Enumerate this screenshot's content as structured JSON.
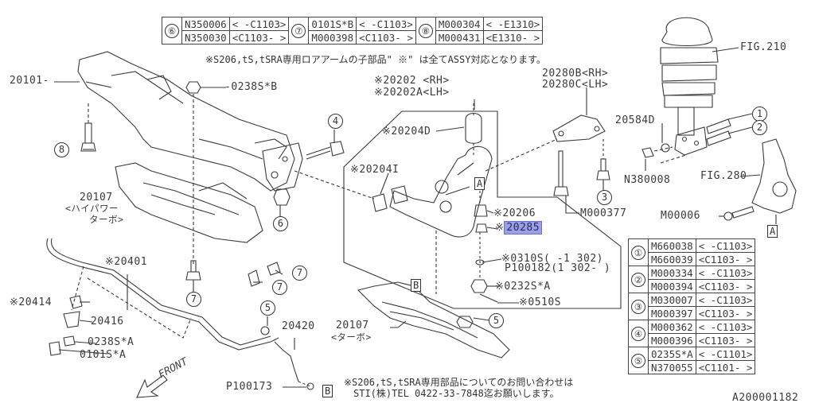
{
  "top_table": {
    "groups": [
      {
        "ref": "⑥",
        "rows": [
          {
            "part": "N350006",
            "range": "< -C1103>"
          },
          {
            "part": "N350030",
            "range": "<C1103- >"
          }
        ]
      },
      {
        "ref": "⑦",
        "rows": [
          {
            "part": "0101S*B",
            "range": "< -C1103>"
          },
          {
            "part": "M000398",
            "range": "<C1103- >"
          }
        ]
      },
      {
        "ref": "⑧",
        "rows": [
          {
            "part": "M000304",
            "range": "< -E1310>"
          },
          {
            "part": "M000431",
            "range": "<E1310- >"
          }
        ]
      }
    ]
  },
  "notes": {
    "top": "※S206,tS,tSRA専用ロアアームの子部品\" ※\" は全てASSY対応となります。",
    "bottom_line1": "※S206,tS,tSRA専用部品についてのお問い合わせは",
    "bottom_line2": "STI(株)TEL 0422-33-7848迄お願いします。"
  },
  "right_table": {
    "groups": [
      {
        "ref": "①",
        "rows": [
          {
            "part": "M660038",
            "range": "< -C1103>"
          },
          {
            "part": "M660039",
            "range": "<C1103- >"
          }
        ]
      },
      {
        "ref": "②",
        "rows": [
          {
            "part": "M000334",
            "range": "< -C1103>"
          },
          {
            "part": "M000394",
            "range": "<C1103- >"
          }
        ]
      },
      {
        "ref": "③",
        "rows": [
          {
            "part": "M030007",
            "range": "< -C1103>"
          },
          {
            "part": "M000397",
            "range": "<C1103- >"
          }
        ]
      },
      {
        "ref": "④",
        "rows": [
          {
            "part": "M000362",
            "range": "< -C1103>"
          },
          {
            "part": "M000396",
            "range": "<C1103- >"
          }
        ]
      },
      {
        "ref": "⑤",
        "rows": [
          {
            "part": "0235S*A",
            "range": "< -C1101>"
          },
          {
            "part": "N370055",
            "range": "<C1101- >"
          }
        ]
      }
    ]
  },
  "labels": {
    "l20101": "20101-",
    "l0238SB": "-0238S*B",
    "l20202rh": "※20202 <RH>",
    "l20202lh": "※20202A<LH>",
    "l20204D": "※20204D",
    "l20204I": "※20204I",
    "l20206": "※20206",
    "l20285_prefix": "※",
    "l20285": "20285",
    "l0310S": "※0310S( -1 302)",
    "lP100182": "P100182(1 302- )",
    "l0232SA": "※0232S*A",
    "l0510S": "※0510S",
    "l20280B": "20280B<RH>",
    "l20280C": "20280C<LH>",
    "lM000377": "M000377",
    "l20584D": "20584D",
    "lN380008": "N380008",
    "lFIG210": "FIG.210",
    "lFIG280": "FIG.280",
    "lM00006": "M00006",
    "l20107a": "20107",
    "l20107a_sub1": "<ハイパワー",
    "l20107a_sub2": "ターボ>",
    "l20107b": "20107",
    "l20107b_sub": "<ターボ>",
    "l20401": "※20401",
    "l20414": "※20414",
    "l20416": "20416",
    "l0238SA": "0238S*A",
    "l0101SA": "0101S*A",
    "l20420": "20420",
    "lP100173": "P100173",
    "front": "FRONT",
    "diagram_id": "A200001182"
  },
  "callouts": {
    "c1": "1",
    "c2": "2",
    "c3": "3",
    "c4": "4",
    "c5": "5",
    "c6": "6",
    "c7": "7",
    "c8": "8",
    "boxA": "A",
    "boxB": "B"
  },
  "colors": {
    "highlight": "#9b9fe6",
    "line": "#333333"
  }
}
